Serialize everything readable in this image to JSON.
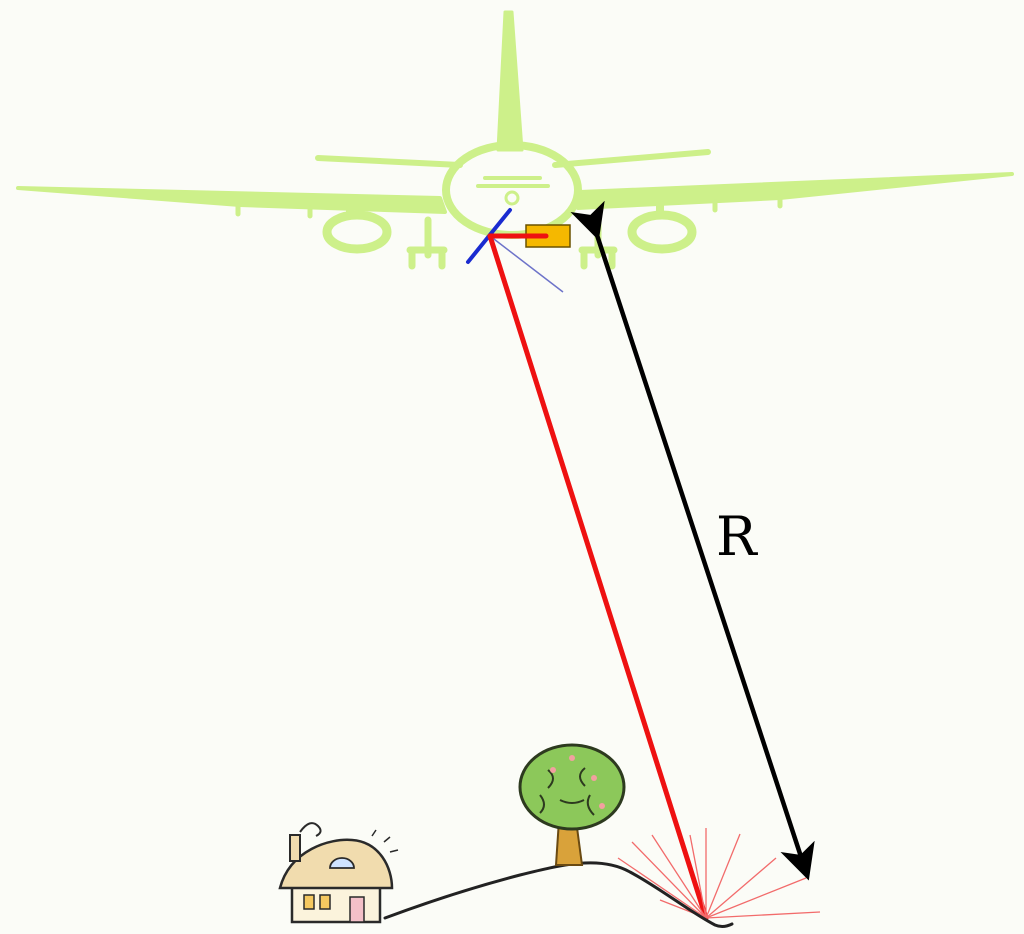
{
  "diagram": {
    "range_label": "R",
    "colors": {
      "background": "#fbfcf7",
      "aircraft": "#cdf08a",
      "beam": "#ee1111",
      "mirror": "#1a2bd0",
      "range_arrow": "#000000",
      "sensor_box": "#f5b800",
      "scatter_rays": "#f26b6b",
      "ground_line": "#222222",
      "tree_foliage": "#8cc85a",
      "tree_trunk": "#d9a23a",
      "house_roof": "#f1dcae",
      "house_wall": "#fbf3dc"
    },
    "elements": {
      "aircraft": "airplane-front-view",
      "sensor": "laser-rangefinder-box",
      "mirror": "scanning-mirror",
      "beam": "laser-beam",
      "range_arrow": "double-headed-arrow",
      "scatter": "backscatter-rays",
      "hill": "terrain-profile",
      "tree": "tree-icon",
      "house": "house-icon"
    }
  }
}
